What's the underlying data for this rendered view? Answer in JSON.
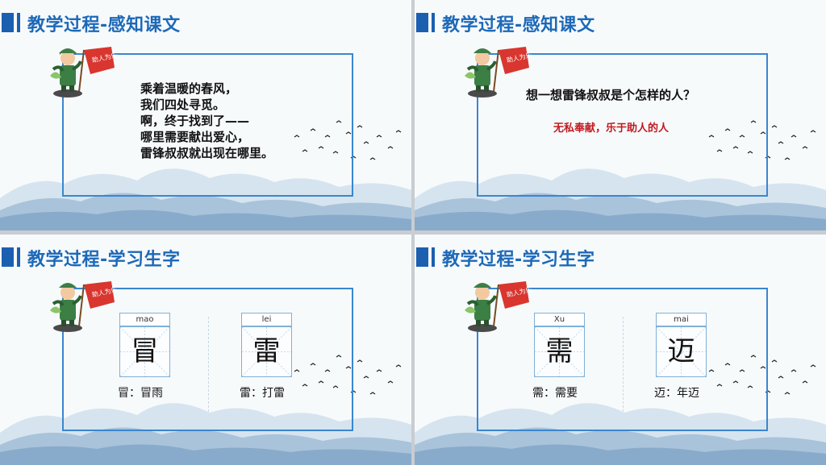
{
  "slides": [
    {
      "title": "教学过程-感知课文",
      "poem": [
        "乘着温暖的春风，",
        "我们四处寻觅。",
        "啊，终于找到了——",
        "哪里需要献出爱心，",
        "雷锋叔叔就出现在哪里。"
      ]
    },
    {
      "title": "教学过程-感知课文",
      "question": "想一想雷锋叔叔是个怎样的人？",
      "answer": "无私奉献，乐于助人的人"
    },
    {
      "title": "教学过程-学习生字",
      "chars": [
        {
          "pinyin": "mao",
          "char": "冒",
          "word": "冒：冒雨"
        },
        {
          "pinyin": "lei",
          "char": "雷",
          "word": "雷：打雷"
        }
      ]
    },
    {
      "title": "教学过程-学习生字",
      "chars": [
        {
          "pinyin": "Xu",
          "char": "需",
          "word": "需：需要"
        },
        {
          "pinyin": "mai",
          "char": "迈",
          "word": "迈：年迈"
        }
      ]
    }
  ],
  "mascot": {
    "flag_text": "助人为乐",
    "icon": "lei-feng-mascot-icon"
  },
  "colors": {
    "title": "#1d69b8",
    "accent_bar": "#1b5fb0",
    "frame": "#3a86cf",
    "answer": "#c0191f",
    "flag": "#d8362f"
  }
}
